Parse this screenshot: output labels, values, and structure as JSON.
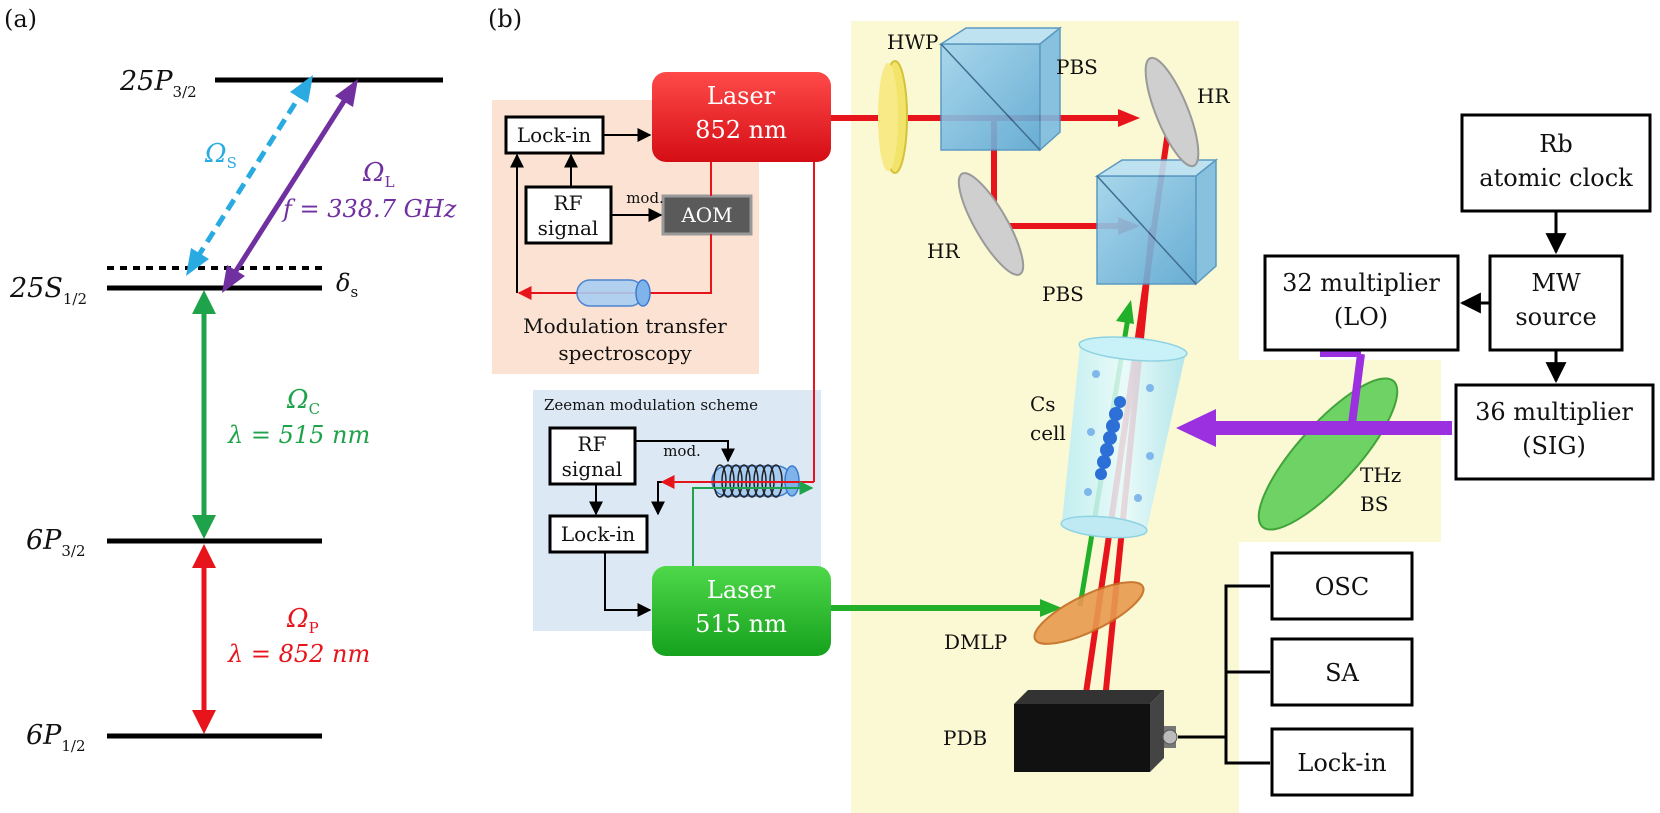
{
  "panel_a": {
    "tag": "(a)",
    "levels": {
      "p_rydberg": "25P",
      "p_rydberg_sub": "3/2",
      "s_rydberg": "25S",
      "s_rydberg_sub": "1/2",
      "p32": "6P",
      "p32_sub": "3/2",
      "p12": "6P",
      "p12_sub": "1/2",
      "detuning": "δ",
      "detuning_sub": "s"
    },
    "transitions": {
      "signal": {
        "symbol": "Ω",
        "sub": "S",
        "color": "#29abe2"
      },
      "lo": {
        "symbol": "Ω",
        "sub": "L",
        "freq": "f = 338.7 GHz",
        "color": "#7030a0"
      },
      "coupling": {
        "symbol": "Ω",
        "sub": "C",
        "wavelength": "λ = 515 nm",
        "color": "#1fa34a"
      },
      "probe": {
        "symbol": "Ω",
        "sub": "P",
        "wavelength": "λ = 852 nm",
        "color": "#e8141c"
      }
    }
  },
  "panel_b": {
    "tag": "(b)",
    "laser852": {
      "line1": "Laser",
      "line2": "852 nm",
      "color": "#e8141c"
    },
    "laser515": {
      "line1": "Laser",
      "line2": "515 nm",
      "color": "#22b02a"
    },
    "mts": {
      "lockin": "Lock-in",
      "rf1": "RF",
      "rf2": "signal",
      "mod": "mod.",
      "aom": "AOM",
      "caption1": "Modulation transfer",
      "caption2": "spectroscopy"
    },
    "zeeman": {
      "title": "Zeeman modulation scheme",
      "rf1": "RF",
      "rf2": "signal",
      "mod": "mod.",
      "lockin": "Lock-in"
    },
    "optics": {
      "hwp": "HWP",
      "pbs_top": "PBS",
      "pbs_bottom": "PBS",
      "hr_right": "HR",
      "hr_left": "HR",
      "cs1": "Cs",
      "cs2": "cell",
      "dmlp": "DMLP",
      "pdb": "PDB",
      "thz1": "THz",
      "thz2": "BS"
    },
    "electronics": {
      "rb1": "Rb",
      "rb2": "atomic clock",
      "mw1": "MW",
      "mw2": "source",
      "lo1": "32 multiplier",
      "lo2": "(LO)",
      "sig1": "36 multiplier",
      "sig2": "(SIG)",
      "osc": "OSC",
      "sa": "SA",
      "lockin": "Lock-in"
    }
  }
}
